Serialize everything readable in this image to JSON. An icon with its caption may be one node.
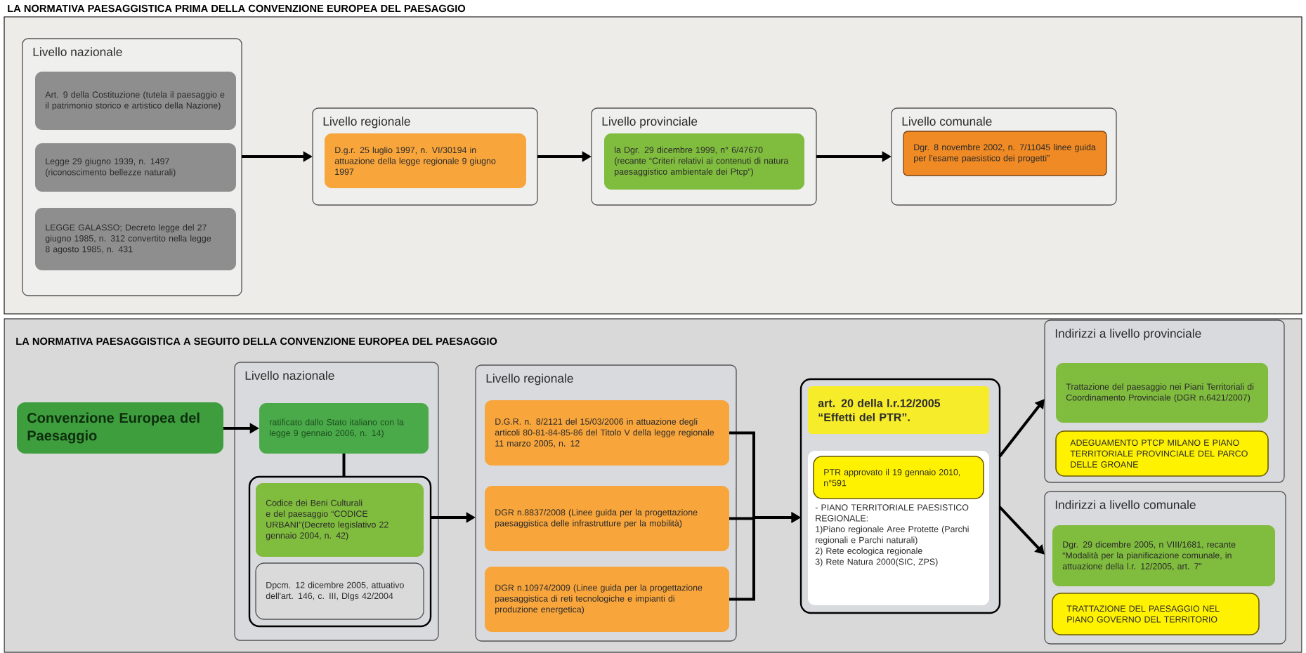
{
  "diagram": {
    "nodes": [
      {
        "text": [
          "LA NORMATIVA PAESAGGISTICA PRIMA DELLA CONVENZIONE EUROPEA DEL PAESAGGIO"
        ]
      },
      {
        "text": [
          "Livello nazionale"
        ],
        "in": 0
      },
      {
        "text": [
          "Art. 9 della Costituzione (tutela il paesaggio e il patrimonio storico e artistico della Nazione)"
        ],
        "in": 1
      },
      {
        "text": [
          "Legge 29 giugno 1939, n. 1497 (riconoscimento bellezze naturali)"
        ],
        "in": 1
      },
      {
        "text": [
          "LEGGE GALASSO; Decreto legge del 27 giugno 1985, n. 312 convertito nella legge 8 agosto 1985, n. 431"
        ],
        "in": 1
      },
      {
        "text": [
          "Livello regionale"
        ],
        "in": 0
      },
      {
        "text": [
          "D.g.r. 25 luglio 1997, n. VI/30194 in attuazione della legge regionale 9 giugno 1997"
        ],
        "in": 5
      },
      {
        "text": [
          "Livello provinciale"
        ],
        "in": 0
      },
      {
        "text": [
          "la Dgr. 29 dicembre 1999, n° 6/47670 (recante “Criteri relativi ai contenuti di natura paesaggistico ambientale dei Ptcp”)"
        ],
        "in": 7
      },
      {
        "text": [
          "Livello comunale"
        ],
        "in": 0
      },
      {
        "text": [
          "Dgr. 8 novembre 2002, n. 7/11045 linee guida per l'esame paesistico dei progetti”"
        ],
        "in": 9
      },
      {
        "text": [
          "LA NORMATIVA PAESAGGISTICA A SEGUITO DELLA CONVENZIONE EUROPEA DEL PAESAGGIO"
        ]
      },
      {
        "text": [
          "Convenzione Europea del Paesaggio"
        ],
        "in": 11
      },
      {
        "text": [
          "Livello nazionale"
        ],
        "in": 11
      },
      {
        "text": [
          "ratificato dallo Stato italiano con la legge 9 gennaio 2006, n. 14)"
        ],
        "in": 13
      },
      {
        "text": [],
        "shape": "box",
        "in": 13
      },
      {
        "text": [
          "Codice dei Beni Culturali e del paesaggio “CODICE URBANI”(Decreto legislativo 22 gennaio 2004, n. 42)"
        ],
        "in": 15
      },
      {
        "text": [
          "Dpcm. 12 dicembre 2005, attuativo dell'art. 146, c. III, Dlgs 42/2004"
        ],
        "in": 15
      },
      {
        "text": [
          "Livello regionale"
        ],
        "in": 11
      },
      {
        "text": [
          "D.G.R. n. 8/2121 del 15/03/2006 in attuazione degli articoli 80-81-84-85-86 del Titolo V della legge regionale 11 marzo 2005, n. 12"
        ],
        "in": 18
      },
      {
        "text": [
          "DGR n.8837/2008 (Linee guida per la progettazione paesaggistica delle infrastrutture per la mobilità)"
        ],
        "in": 18
      },
      {
        "text": [
          "DGR n.10974/2009 (Linee guida per la progettazione paesaggistica di reti tecnologiche e impianti di produzione energetica)"
        ],
        "in": 18
      },
      {
        "text": [],
        "shape": "box",
        "in": 11
      },
      {
        "text": [
          "art. 20 della l.r.12/2005 “Effetti del PTR”."
        ],
        "in": 22
      },
      {
        "text": [
          "- PIANO TERRITORIALE PAESISTICO REGIONALE:",
          "1)Piano regionale Aree Protette (Parchi regionali e Parchi naturali)",
          "2) Rete ecologica regionale",
          "3) Rete Natura 2000(SIC, ZPS)"
        ],
        "in": 22
      },
      {
        "text": [
          "PTR approvato il 19 gennaio 2010, n°591"
        ],
        "in": 24
      },
      {
        "text": [
          "Indirizzi a livello provinciale"
        ],
        "in": 11
      },
      {
        "text": [
          "Trattazione del paesaggio nei Piani Territoriali di Coordinamento Provinciale (DGR n.6421/2007)"
        ],
        "in": 26
      },
      {
        "text": [
          "ADEGUAMENTO PTCP MILANO E PIANO TERRITORIALE PROVINCIALE DEL PARCO DELLE GROANE"
        ],
        "in": 26
      },
      {
        "text": [
          "Indirizzi a livello comunale"
        ],
        "in": 11
      },
      {
        "text": [
          "Dgr. 29 dicembre 2005, n VIII/1681, recante “Modalità per la pianificazione comunale, in attuazione della l.r. 12/2005, art. 7”"
        ],
        "in": 29
      },
      {
        "text": [
          "TRATTAZIONE DEL PAESAGGIO NEL PIANO GOVERNO DEL TERRITORIO"
        ],
        "in": 29
      }
    ],
    "edges": [
      {
        "from": 1,
        "to": 5,
        "arrow": "to"
      },
      {
        "from": 5,
        "to": 7,
        "arrow": "to"
      },
      {
        "from": 7,
        "to": 9,
        "arrow": "to"
      },
      {
        "from": 12,
        "to": 14,
        "arrow": "to"
      },
      {
        "from": 14,
        "to": 15,
        "arrow": "none"
      },
      {
        "from": 15,
        "to": 18,
        "arrow": "to"
      },
      {
        "from": 19,
        "to": 22,
        "arrow": "to"
      },
      {
        "from": 20,
        "to": 22,
        "arrow": "to"
      },
      {
        "from": 21,
        "to": 22,
        "arrow": "to"
      },
      {
        "from": 22,
        "to": 26,
        "arrow": "to"
      },
      {
        "from": 22,
        "to": 29,
        "arrow": "to"
      }
    ]
  }
}
